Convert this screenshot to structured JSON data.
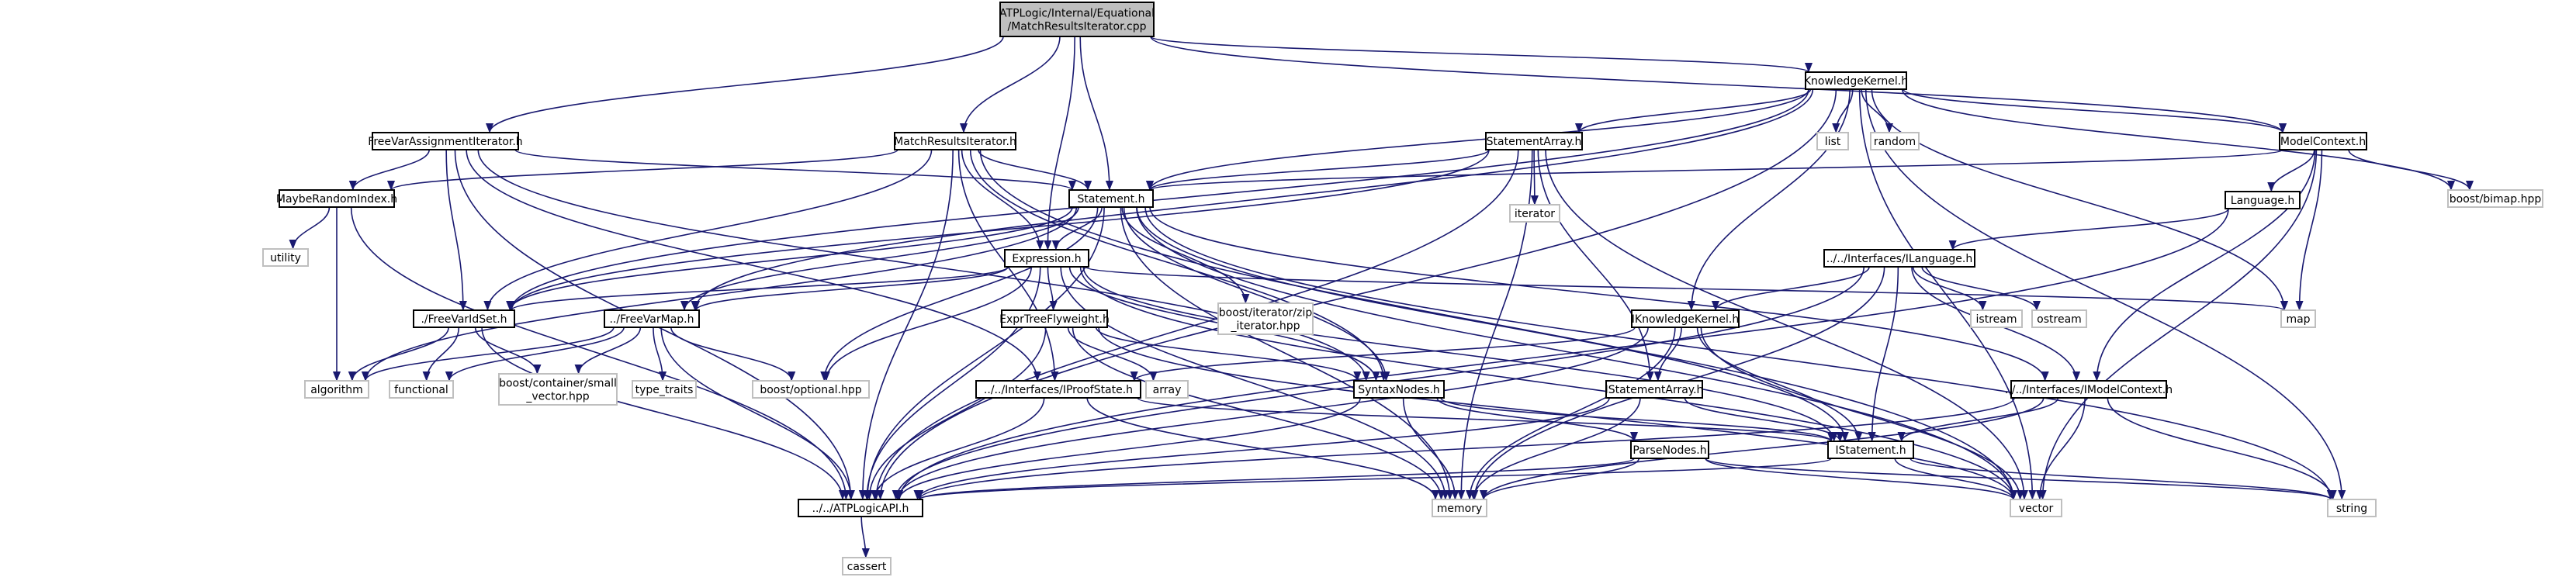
{
  "graph": {
    "edge_color": "#191970",
    "root_fill": "#bfbfbf",
    "project_border": "#000000",
    "system_border": "#bfbfbf",
    "nodes": [
      {
        "id": "root",
        "lines": [
          "ATPLogic/Internal/Equational",
          "/MatchResultsIterator.cpp"
        ],
        "kind": "root"
      },
      {
        "id": "kk",
        "lines": [
          "KnowledgeKernel.h"
        ],
        "kind": "project"
      },
      {
        "id": "fvai",
        "lines": [
          "FreeVarAssignmentIterator.h"
        ],
        "kind": "project"
      },
      {
        "id": "mri",
        "lines": [
          "MatchResultsIterator.h"
        ],
        "kind": "project"
      },
      {
        "id": "sa",
        "lines": [
          "StatementArray.h"
        ],
        "kind": "project"
      },
      {
        "id": "list",
        "lines": [
          "list"
        ],
        "kind": "system"
      },
      {
        "id": "random",
        "lines": [
          "random"
        ],
        "kind": "system"
      },
      {
        "id": "mc",
        "lines": [
          "ModelContext.h"
        ],
        "kind": "project"
      },
      {
        "id": "mri2",
        "lines": [
          "MaybeRandomIndex.h"
        ],
        "kind": "project"
      },
      {
        "id": "stmt",
        "lines": [
          "Statement.h"
        ],
        "kind": "project"
      },
      {
        "id": "iterator",
        "lines": [
          "iterator"
        ],
        "kind": "system"
      },
      {
        "id": "lang",
        "lines": [
          "Language.h"
        ],
        "kind": "project"
      },
      {
        "id": "bimap",
        "lines": [
          "boost/bimap.hpp"
        ],
        "kind": "system"
      },
      {
        "id": "utility",
        "lines": [
          "utility"
        ],
        "kind": "system"
      },
      {
        "id": "expr",
        "lines": [
          "Expression.h"
        ],
        "kind": "project"
      },
      {
        "id": "ilang",
        "lines": [
          "../../Interfaces/ILanguage.h"
        ],
        "kind": "project"
      },
      {
        "id": "fvs",
        "lines": [
          "./FreeVarIdSet.h"
        ],
        "kind": "project"
      },
      {
        "id": "fvm",
        "lines": [
          "../FreeVarMap.h"
        ],
        "kind": "project"
      },
      {
        "id": "etf",
        "lines": [
          "ExprTreeFlyweight.h"
        ],
        "kind": "project"
      },
      {
        "id": "bzip",
        "lines": [
          "boost/iterator/zip",
          "_iterator.hpp"
        ],
        "kind": "system"
      },
      {
        "id": "ikk",
        "lines": [
          "IKnowledgeKernel.h"
        ],
        "kind": "project"
      },
      {
        "id": "istream",
        "lines": [
          "istream"
        ],
        "kind": "system"
      },
      {
        "id": "ostream",
        "lines": [
          "ostream"
        ],
        "kind": "system"
      },
      {
        "id": "map",
        "lines": [
          "map"
        ],
        "kind": "system"
      },
      {
        "id": "algorithm",
        "lines": [
          "algorithm"
        ],
        "kind": "system"
      },
      {
        "id": "functional",
        "lines": [
          "functional"
        ],
        "kind": "system"
      },
      {
        "id": "bsv",
        "lines": [
          "boost/container/small",
          "_vector.hpp"
        ],
        "kind": "system"
      },
      {
        "id": "typetraits",
        "lines": [
          "type_traits"
        ],
        "kind": "system"
      },
      {
        "id": "bopt",
        "lines": [
          "boost/optional.hpp"
        ],
        "kind": "system"
      },
      {
        "id": "array",
        "lines": [
          "array"
        ],
        "kind": "system"
      },
      {
        "id": "ips",
        "lines": [
          "../../Interfaces/IProofState.h"
        ],
        "kind": "project"
      },
      {
        "id": "sn",
        "lines": [
          "SyntaxNodes.h"
        ],
        "kind": "project"
      },
      {
        "id": "isa",
        "lines": [
          "IStatementArray.h"
        ],
        "kind": "project"
      },
      {
        "id": "imc",
        "lines": [
          "../../Interfaces/IModelContext.h"
        ],
        "kind": "project"
      },
      {
        "id": "pn",
        "lines": [
          "ParseNodes.h"
        ],
        "kind": "project"
      },
      {
        "id": "istmt",
        "lines": [
          "IStatement.h"
        ],
        "kind": "project"
      },
      {
        "id": "api",
        "lines": [
          "../../ATPLogicAPI.h"
        ],
        "kind": "project"
      },
      {
        "id": "memory",
        "lines": [
          "memory"
        ],
        "kind": "system"
      },
      {
        "id": "vector",
        "lines": [
          "vector"
        ],
        "kind": "system"
      },
      {
        "id": "string",
        "lines": [
          "string"
        ],
        "kind": "system"
      },
      {
        "id": "cassert",
        "lines": [
          "cassert"
        ],
        "kind": "system"
      }
    ],
    "edges": [
      [
        "root",
        "kk"
      ],
      [
        "root",
        "fvai"
      ],
      [
        "root",
        "mri"
      ],
      [
        "root",
        "stmt"
      ],
      [
        "root",
        "expr"
      ],
      [
        "root",
        "mc"
      ],
      [
        "kk",
        "list"
      ],
      [
        "kk",
        "random"
      ],
      [
        "kk",
        "sa"
      ],
      [
        "kk",
        "mc"
      ],
      [
        "kk",
        "stmt"
      ],
      [
        "kk",
        "fvs"
      ],
      [
        "kk",
        "fvm"
      ],
      [
        "kk",
        "ikk"
      ],
      [
        "kk",
        "map"
      ],
      [
        "kk",
        "bimap"
      ],
      [
        "kk",
        "vector"
      ],
      [
        "kk",
        "string"
      ],
      [
        "kk",
        "api"
      ],
      [
        "fvai",
        "mri2"
      ],
      [
        "fvai",
        "fvs"
      ],
      [
        "fvai",
        "stmt"
      ],
      [
        "fvai",
        "sn"
      ],
      [
        "fvai",
        "ips"
      ],
      [
        "fvai",
        "api"
      ],
      [
        "mri",
        "mri2"
      ],
      [
        "mri",
        "stmt"
      ],
      [
        "mri",
        "expr"
      ],
      [
        "mri",
        "sn"
      ],
      [
        "mri",
        "fvs"
      ],
      [
        "mri",
        "ips"
      ],
      [
        "mri",
        "vector"
      ],
      [
        "mri",
        "api"
      ],
      [
        "sa",
        "stmt"
      ],
      [
        "sa",
        "iterator"
      ],
      [
        "sa",
        "isa"
      ],
      [
        "sa",
        "memory"
      ],
      [
        "sa",
        "vector"
      ],
      [
        "sa",
        "fvs"
      ],
      [
        "sa",
        "api"
      ],
      [
        "mc",
        "lang"
      ],
      [
        "mc",
        "map"
      ],
      [
        "mc",
        "bimap"
      ],
      [
        "mc",
        "imc"
      ],
      [
        "mc",
        "vector"
      ],
      [
        "mc",
        "stmt"
      ],
      [
        "mri2",
        "utility"
      ],
      [
        "mri2",
        "algorithm"
      ],
      [
        "mri2",
        "api"
      ],
      [
        "stmt",
        "expr"
      ],
      [
        "stmt",
        "fvs"
      ],
      [
        "stmt",
        "fvm"
      ],
      [
        "stmt",
        "bzip"
      ],
      [
        "stmt",
        "sn"
      ],
      [
        "stmt",
        "bopt"
      ],
      [
        "stmt",
        "memory"
      ],
      [
        "stmt",
        "istmt"
      ],
      [
        "stmt",
        "imc"
      ],
      [
        "stmt",
        "vector"
      ],
      [
        "stmt",
        "string"
      ],
      [
        "stmt",
        "algorithm"
      ],
      [
        "stmt",
        "api"
      ],
      [
        "lang",
        "ilang"
      ],
      [
        "lang",
        "api"
      ],
      [
        "expr",
        "fvs"
      ],
      [
        "expr",
        "fvm"
      ],
      [
        "expr",
        "etf"
      ],
      [
        "expr",
        "sn"
      ],
      [
        "expr",
        "map"
      ],
      [
        "expr",
        "bopt"
      ],
      [
        "expr",
        "istmt"
      ],
      [
        "expr",
        "memory"
      ],
      [
        "expr",
        "vector"
      ],
      [
        "expr",
        "api"
      ],
      [
        "ilang",
        "ikk"
      ],
      [
        "ilang",
        "istream"
      ],
      [
        "ilang",
        "ostream"
      ],
      [
        "ilang",
        "imc"
      ],
      [
        "ilang",
        "istmt"
      ],
      [
        "ilang",
        "memory"
      ],
      [
        "ilang",
        "api"
      ],
      [
        "fvs",
        "algorithm"
      ],
      [
        "fvs",
        "functional"
      ],
      [
        "fvs",
        "bsv"
      ],
      [
        "fvs",
        "api"
      ],
      [
        "fvm",
        "algorithm"
      ],
      [
        "fvm",
        "functional"
      ],
      [
        "fvm",
        "bsv"
      ],
      [
        "fvm",
        "typetraits"
      ],
      [
        "fvm",
        "bopt"
      ],
      [
        "fvm",
        "api"
      ],
      [
        "etf",
        "array"
      ],
      [
        "etf",
        "sn"
      ],
      [
        "etf",
        "memory"
      ],
      [
        "etf",
        "vector"
      ],
      [
        "etf",
        "api"
      ],
      [
        "ikk",
        "ips"
      ],
      [
        "ikk",
        "isa"
      ],
      [
        "ikk",
        "istmt"
      ],
      [
        "ikk",
        "memory"
      ],
      [
        "ikk",
        "vector"
      ],
      [
        "ikk",
        "api"
      ],
      [
        "ips",
        "istmt"
      ],
      [
        "ips",
        "memory"
      ],
      [
        "ips",
        "api"
      ],
      [
        "sn",
        "pn"
      ],
      [
        "sn",
        "istmt"
      ],
      [
        "sn",
        "memory"
      ],
      [
        "sn",
        "api"
      ],
      [
        "isa",
        "istmt"
      ],
      [
        "isa",
        "memory"
      ],
      [
        "isa",
        "api"
      ],
      [
        "imc",
        "istmt"
      ],
      [
        "imc",
        "string"
      ],
      [
        "imc",
        "vector"
      ],
      [
        "imc",
        "memory"
      ],
      [
        "imc",
        "api"
      ],
      [
        "pn",
        "vector"
      ],
      [
        "pn",
        "memory"
      ],
      [
        "pn",
        "string"
      ],
      [
        "pn",
        "api"
      ],
      [
        "istmt",
        "string"
      ],
      [
        "istmt",
        "vector"
      ],
      [
        "istmt",
        "api"
      ],
      [
        "api",
        "cassert"
      ]
    ]
  }
}
